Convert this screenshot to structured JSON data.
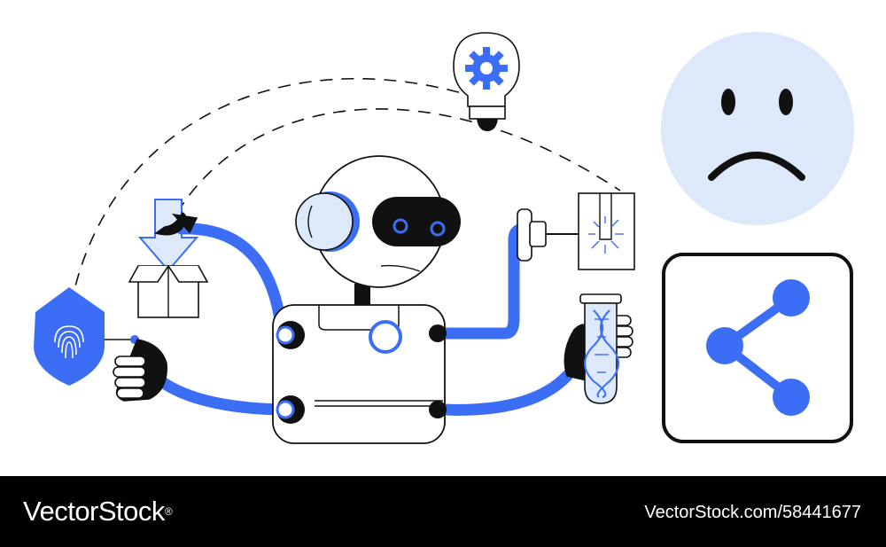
{
  "footer": {
    "brand": "VectorStock",
    "trademark": "®",
    "image_id": "VectorStock.com/58441677"
  },
  "colors": {
    "accent_blue": "#3b6ef5",
    "light_blue": "#dde8fb",
    "outline": "#111111",
    "background": "#ffffff",
    "footer_bg": "#000000"
  },
  "icons": [
    "security-shield-fingerprint-icon",
    "download-box-icon",
    "lightbulb-gear-icon",
    "laser-cutter-icon",
    "dna-test-tube-icon",
    "sad-face-icon",
    "share-icon",
    "robot"
  ]
}
